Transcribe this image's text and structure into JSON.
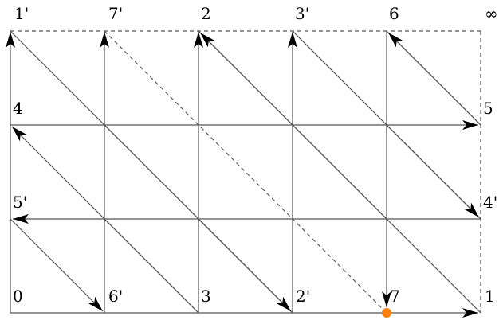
{
  "labels": {
    "top_1p": "1'",
    "top_7p": "7'",
    "top_2": "2",
    "top_3p": "3'",
    "top_6": "6",
    "top_inf": "∞",
    "left_4": "4",
    "right_5": "5",
    "left_5p": "5'",
    "right_4p": "4'",
    "bot_0": "0",
    "bot_6p": "6'",
    "bot_3": "3",
    "bot_2p": "2'",
    "bot_7": "7",
    "bot_1": "1"
  },
  "colors": {
    "line": "#555555",
    "arrow": "#000000",
    "marker": "#ff7f0e"
  }
}
